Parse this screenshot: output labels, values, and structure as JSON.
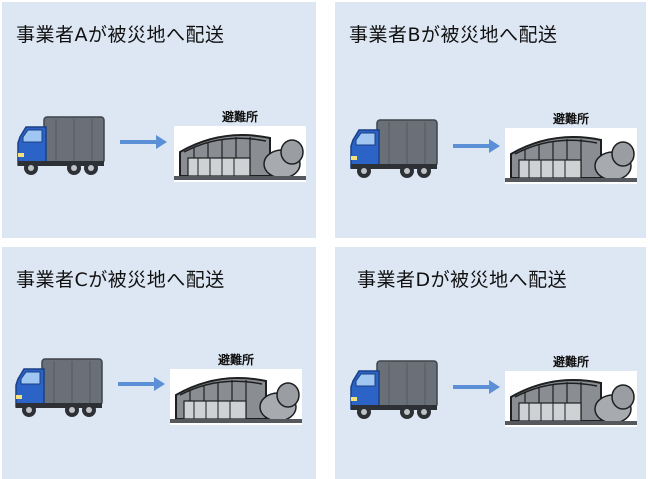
{
  "panels": [
    {
      "title": "事業者Aが被災地へ配送",
      "shelter_label": "避難所"
    },
    {
      "title": "事業者Bが被災地へ配送",
      "shelter_label": "避難所"
    },
    {
      "title": "事業者Cが被災地へ配送",
      "shelter_label": "避難所"
    },
    {
      "title": "事業者Dが被災地へ配送",
      "shelter_label": "避難所"
    }
  ],
  "icons": {
    "vehicle": "delivery-truck-icon",
    "flow": "right-arrow-icon",
    "destination": "shelter-building-icon"
  },
  "colors": {
    "panel_background": "#dde7f3",
    "truck_cab": "#2c63c6",
    "truck_cargo": "#6a7078",
    "arrow": "#5b8fd6"
  }
}
